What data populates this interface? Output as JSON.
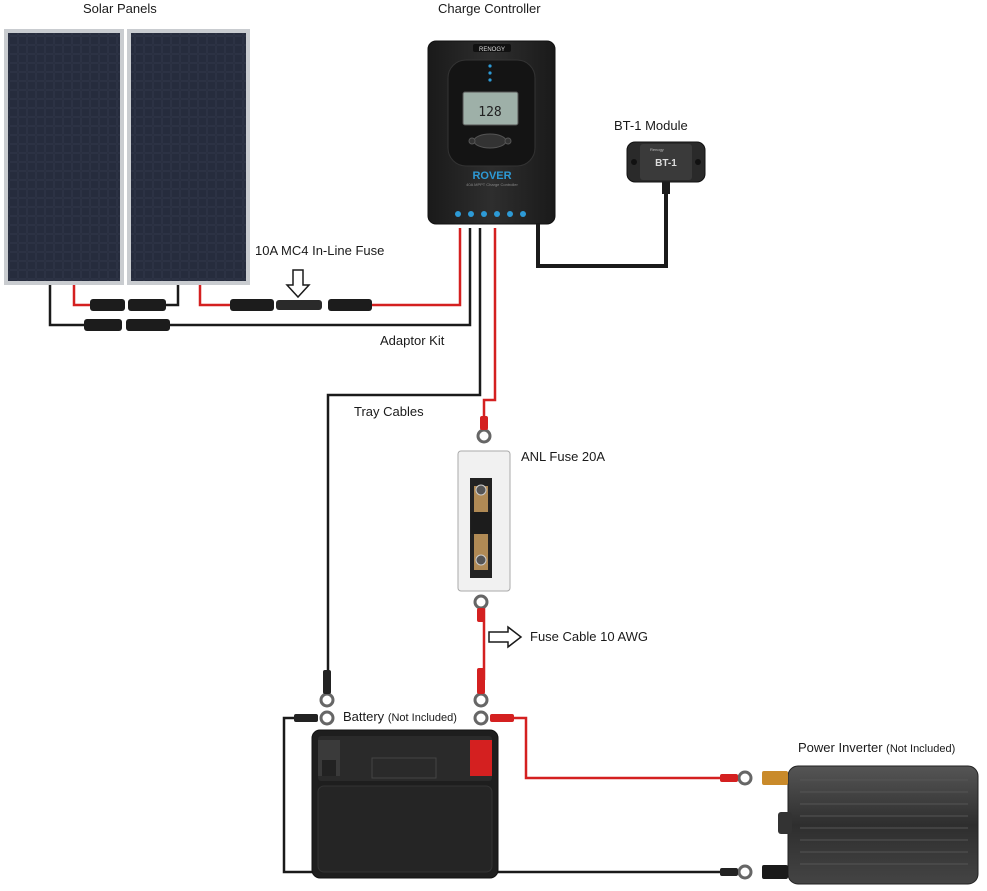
{
  "labels": {
    "solar_panels": "Solar Panels",
    "charge_controller": "Charge Controller",
    "bt1_module": "BT-1 Module",
    "inline_fuse": "10A MC4 In-Line Fuse",
    "adaptor_kit": "Adaptor Kit",
    "tray_cables": "Tray Cables",
    "anl_fuse": "ANL Fuse 20A",
    "fuse_cable": "Fuse Cable 10 AWG",
    "battery": "Battery",
    "battery_note": "(Not Included)",
    "power_inverter": "Power Inverter",
    "inverter_note": "(Not Included)"
  },
  "device_text": {
    "controller_brand": "RENOGY",
    "controller_model": "ROVER",
    "controller_subtitle": "40A MPPT Charge Controller",
    "lcd_reading": "128",
    "bt1_label": "BT-1",
    "bt1_brand": "Renogy"
  },
  "colors": {
    "positive_wire": "#d42020",
    "negative_wire": "#1a1a1a",
    "controller_body": "#222222",
    "controller_accent": "#2d9ad6",
    "panel_cell": "#1d2230",
    "panel_frame": "#c9ccd0",
    "battery_body": "#1e1e1e",
    "inverter_body": "#3a3a3a"
  },
  "icons": [
    "arrow-down-icon",
    "arrow-right-icon",
    "ring-terminal-icon",
    "mc4-connector-icon"
  ]
}
